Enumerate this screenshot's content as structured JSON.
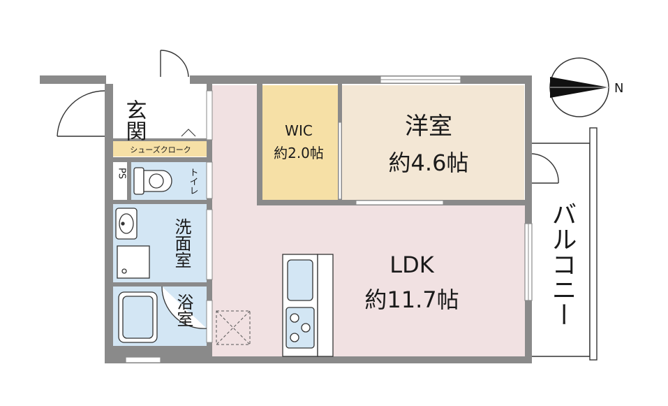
{
  "rooms": {
    "entrance": "玄関",
    "shoe_closet": "シューズクローク",
    "ps": "PS",
    "toilet": "トイレ",
    "washroom": "洗面室",
    "bathroom": "浴室",
    "wic_name": "WIC",
    "wic_area": "約2.0帖",
    "western_name": "洋室",
    "western_area": "約4.6帖",
    "ldk_name": "LDK",
    "ldk_area": "約11.7帖",
    "balcony": "バルコニー"
  },
  "compass": {
    "label": "N"
  },
  "colors": {
    "ldk": "#f1e1e2",
    "western": "#f3e7d5",
    "wic": "#f6e0a6",
    "wet": "#d3e6f4",
    "shoe": "#f6e0a6",
    "wall": "#8a8a8a"
  }
}
